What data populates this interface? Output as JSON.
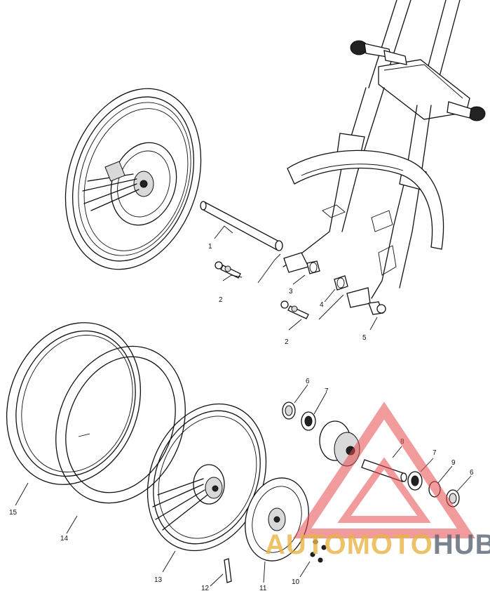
{
  "callouts": [
    {
      "id": "c1",
      "label": "1"
    },
    {
      "id": "c2a",
      "label": "2"
    },
    {
      "id": "c3",
      "label": "3"
    },
    {
      "id": "c4",
      "label": "4"
    },
    {
      "id": "c2b",
      "label": "2"
    },
    {
      "id": "c5",
      "label": "5"
    },
    {
      "id": "c6a",
      "label": "6"
    },
    {
      "id": "c7a",
      "label": "7"
    },
    {
      "id": "c8",
      "label": "8"
    },
    {
      "id": "c7b",
      "label": "7"
    },
    {
      "id": "c9",
      "label": "9"
    },
    {
      "id": "c6b",
      "label": "6"
    },
    {
      "id": "c15",
      "label": "15"
    },
    {
      "id": "c14",
      "label": "14"
    },
    {
      "id": "c13",
      "label": "13"
    },
    {
      "id": "c12",
      "label": "12"
    },
    {
      "id": "c11",
      "label": "11"
    },
    {
      "id": "c10",
      "label": "10"
    }
  ],
  "watermark": {
    "part_a": "AUTOMOTO",
    "part_b": "HUB",
    "triangle_color": "#e5484d",
    "text_color_a": "#e9b443",
    "text_color_b": "#5b6573"
  }
}
